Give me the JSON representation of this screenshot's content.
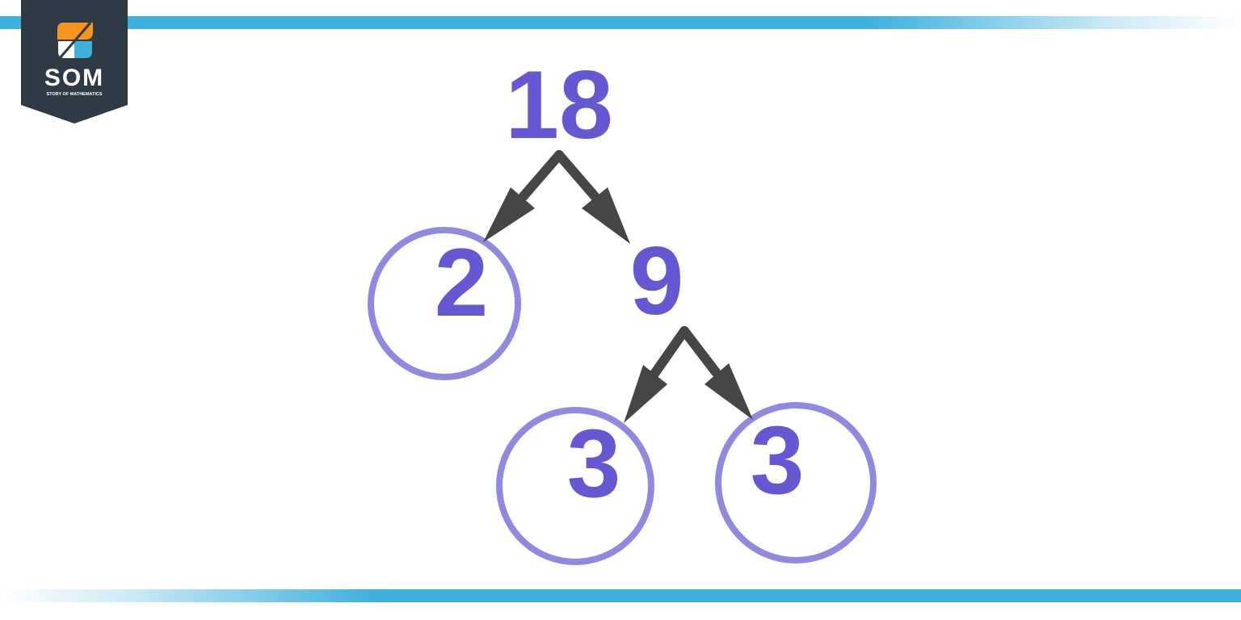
{
  "brand": {
    "name": "SOM",
    "tagline": "STORY OF MATHEMATICS",
    "colors": {
      "badge": "#2e3a46",
      "orange": "#f7941d",
      "blue": "#3fb0dc"
    }
  },
  "colors": {
    "number": "#6658d3",
    "circle": "#9188df",
    "arrow": "#464646",
    "bars": "#3fb0dc"
  },
  "tree": {
    "root": "18",
    "left": "2",
    "right": "9",
    "right_left": "3",
    "right_right": "3"
  },
  "circled_prime_factors": [
    "2",
    "3",
    "3"
  ]
}
